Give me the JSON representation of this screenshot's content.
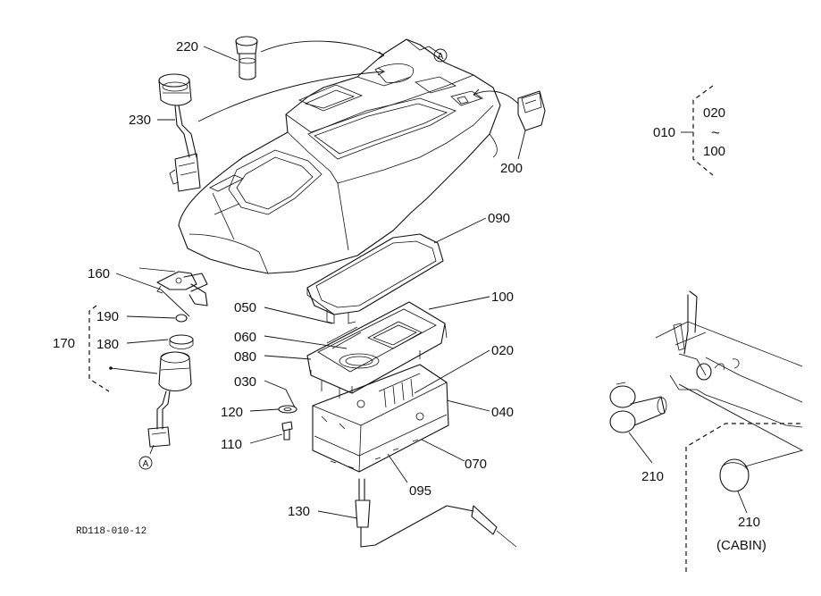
{
  "drawing_code": "RD118-010-12",
  "reference_marker": "A",
  "tilde": "~",
  "cabin_note": "(CABIN)",
  "callouts": {
    "p220": "220",
    "p230": "230",
    "p200": "200",
    "p010": "010",
    "p020_top": "020",
    "p100_range": "100",
    "p090": "090",
    "p100": "100",
    "p160": "160",
    "p190": "190",
    "p170": "170",
    "p180": "180",
    "p050": "050",
    "p060": "060",
    "p080": "080",
    "p020": "020",
    "p030": "030",
    "p120": "120",
    "p040": "040",
    "p110": "110",
    "p070": "070",
    "p095": "095",
    "p130": "130",
    "p210_left": "210",
    "p210_right": "210"
  }
}
